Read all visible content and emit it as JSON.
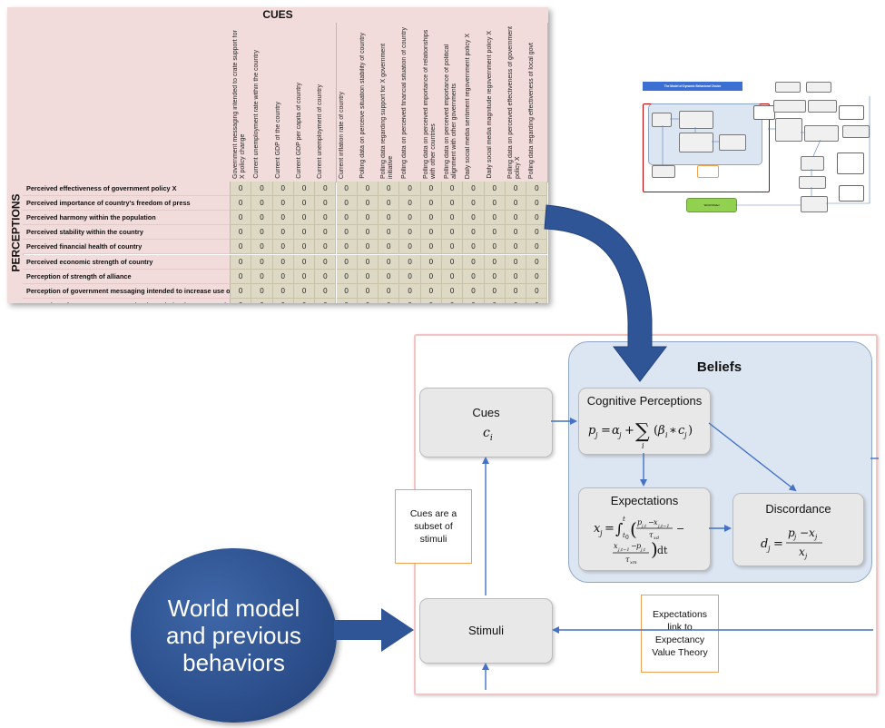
{
  "matrix": {
    "cues_title": "CUES",
    "perceptions_title": "PERCEPTIONS",
    "columns": [
      "Government messaging intended to crate support for X policy change",
      "Current unemployment rate within the country",
      "Current GDP of the country",
      "Current GDP per capita of country",
      "Current unemployment of country",
      "Current inflation rate of country",
      "Polling data on perceive situation stability of country",
      "Polling data regarding support for X government initiative",
      "Polling data on perceived financial situation of country",
      "Polling data on perceived importance of relationships with other countries",
      "Polling data on perceived importance of political alignment with other governments",
      "Daily social media sentiment regovernment policy X",
      "Daily social media magnitude regovernment    policy X",
      "Polling data on perceived effectiveness of government policy X",
      "Polling data regarding effectiveness of local govt"
    ],
    "rows": [
      "Perceived effectiveness of government policy X",
      "Perceived importance of country's freedom of press",
      "Perceived harmony within the population",
      "Perceived stability within the country",
      "Perceived financial health of country",
      "Perceived economic strength of country",
      "Perception of strength of alliance",
      "Perception of government messaging intended to increase use of mas",
      "Perception of government massaging intended to increase social dista"
    ],
    "cell_value": "0"
  },
  "thumbnail": {
    "title": "The Model of Dynamic Behavioral Choice",
    "beliefs": "Beliefs",
    "world_model": "World Model"
  },
  "diagram": {
    "beliefs_title": "Beliefs",
    "cues": {
      "title": "Cues",
      "formula": "c",
      "sub": "i"
    },
    "cognitive": {
      "title": "Cognitive Perceptions"
    },
    "expectations": {
      "title": "Expectations"
    },
    "discordance": {
      "title": "Discordance"
    },
    "stimuli": {
      "title": "Stimuli"
    },
    "note_cues": "Cues are a subset of stimuli",
    "note_expect": "Expectations link to Expectancy Value Theory",
    "world": "World model and previous behaviors"
  },
  "colors": {
    "arrow_dark": "#2f5597",
    "arrow_line": "#4472c4",
    "beliefs_fill": "#dce6f2",
    "header_pink": "#f2dcdb",
    "cell_tan": "#ddd9c4",
    "note_border": "#f0a050",
    "frame_pink": "#f2c4c4"
  }
}
